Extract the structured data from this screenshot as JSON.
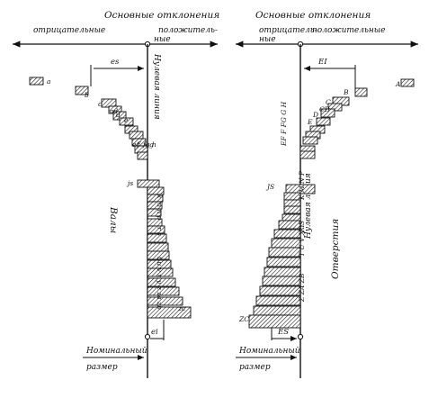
{
  "left": {
    "header": "Основные отклонения",
    "negative": "отрицательные",
    "positive_part1": "положитель-",
    "positive_part2": "ные",
    "zero_line": "Нулевая линия",
    "upper_dev": "es",
    "lower_dev": "ei",
    "nominal_1": "Номинальный",
    "nominal_2": "размер",
    "group": "Валы",
    "letters": [
      "a",
      "b",
      "c",
      "cd",
      "d",
      "e",
      "ef",
      "f",
      "fg",
      "g",
      "h",
      "js",
      "k",
      "m",
      "n",
      "p",
      "r",
      "s",
      "t",
      "u",
      "v",
      "x",
      "y",
      "z",
      "za",
      "zb",
      "zc"
    ]
  },
  "right": {
    "header": "Основные отклонения",
    "negative_part1": "отрицатель-",
    "negative_part2": "ные",
    "positive": "положительные",
    "zero_line": "Нулевая линия",
    "upper_dev": "EI",
    "lower_dev": "ES",
    "nominal_1": "Номинальный",
    "nominal_2": "размер",
    "group": "Отверстия",
    "letters": [
      "A",
      "B",
      "C",
      "CD",
      "D",
      "E",
      "EF",
      "F",
      "FG",
      "G",
      "H",
      "JS",
      "K",
      "M",
      "N",
      "P",
      "R",
      "S",
      "T",
      "U",
      "V",
      "X",
      "Y",
      "Z",
      "ZA",
      "ZB",
      "ZC"
    ]
  }
}
